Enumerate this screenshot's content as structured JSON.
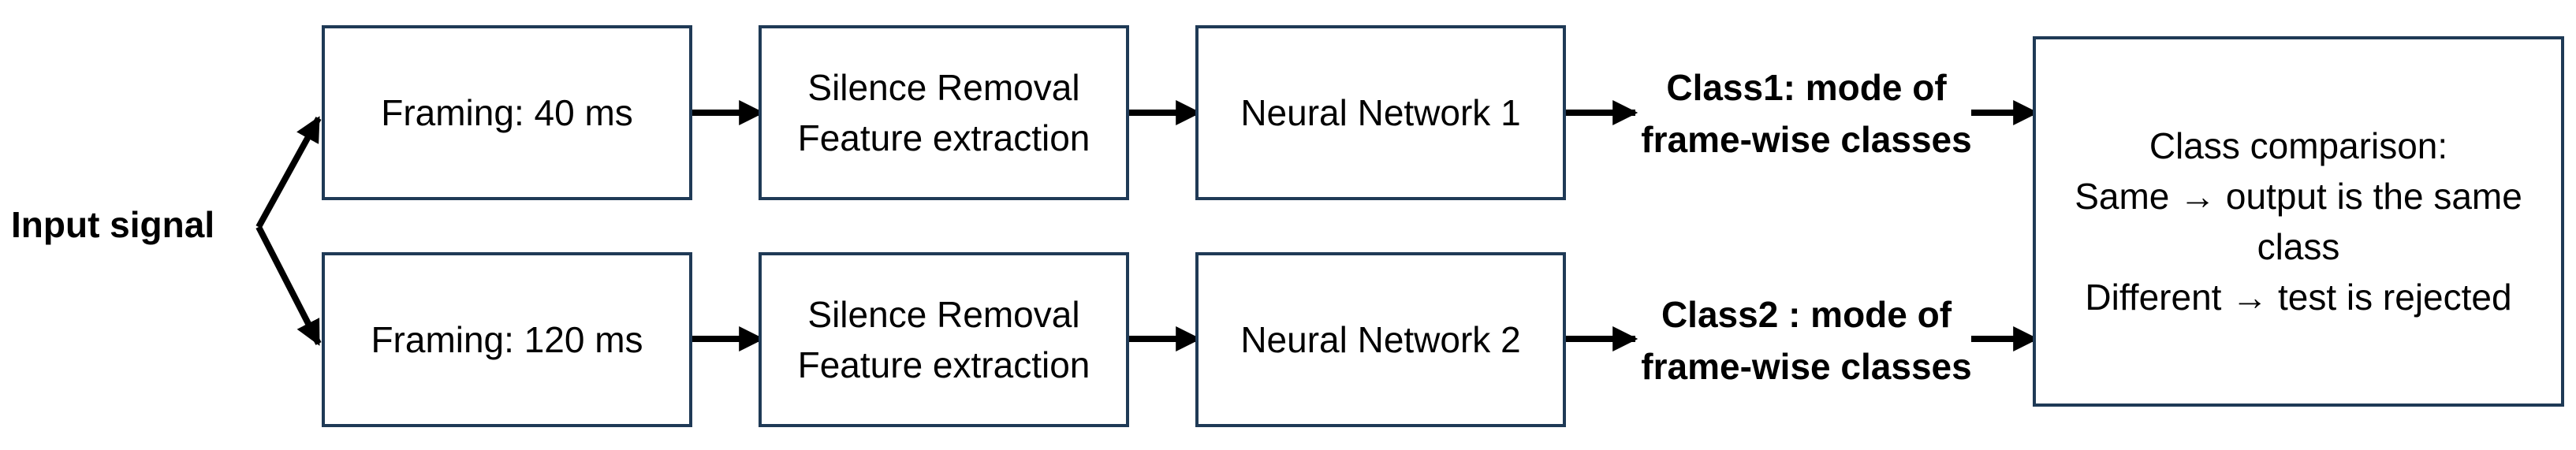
{
  "input_signal": "Input signal",
  "rows": [
    {
      "framing": "Framing: 40 ms",
      "feature_line1": "Silence Removal",
      "feature_line2": "Feature extraction",
      "network": "Neural Network 1",
      "class_line1": "Class1: mode of",
      "class_line2": "frame-wise classes"
    },
    {
      "framing": "Framing: 120 ms",
      "feature_line1": "Silence Removal",
      "feature_line2": "Feature extraction",
      "network": "Neural Network 2",
      "class_line1": "Class2 : mode of",
      "class_line2": "frame-wise classes"
    }
  ],
  "comparison": {
    "line1": "Class comparison:",
    "line2": "Same → output is the same",
    "line3": "class",
    "line4": "Different → test is rejected"
  },
  "colors": {
    "box_border": "#1f3a56",
    "arrow": "#000000",
    "text": "#000000"
  }
}
